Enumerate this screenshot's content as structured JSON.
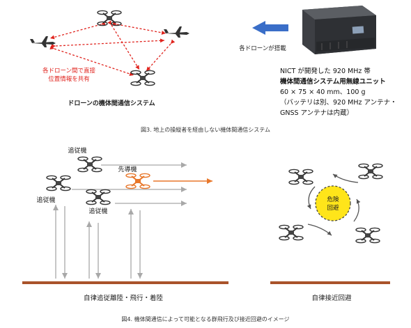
{
  "fig3": {
    "bubble_note": [
      "各ドローン間で直接",
      "位置情報を共有"
    ],
    "left_caption": "ドローンの機体間通信システム",
    "mounted_label": "各ドローンが搭載",
    "spec_lines": [
      "NICT が開発した 920 MHz 帯",
      "機体間通信システム用無線ユニット",
      "60 × 75 × 40 mm、100 g",
      "（バッテリは別、920 MHz アンテナ・",
      "GNSS アンテナは内蔵）"
    ],
    "caption": "図3. 地上の操縦者を経由しない機体間通信システム"
  },
  "fig4": {
    "follower_label": "追従機",
    "leader_label": "先導機",
    "left_caption": "自律追従離陸・飛行・着陸",
    "danger_label": [
      "危険",
      "回避"
    ],
    "right_caption": "自律接近回避",
    "caption": "図4. 機体間通信によって可能となる群飛行及び接近回避のイメージ"
  },
  "colors": {
    "red": "#e0231d",
    "orange": "#e8772a",
    "blue": "#3a6ec8",
    "gray_arrow": "#a8a8a8",
    "ground": "#a9532a",
    "danger_fill": "#ffe51a"
  }
}
